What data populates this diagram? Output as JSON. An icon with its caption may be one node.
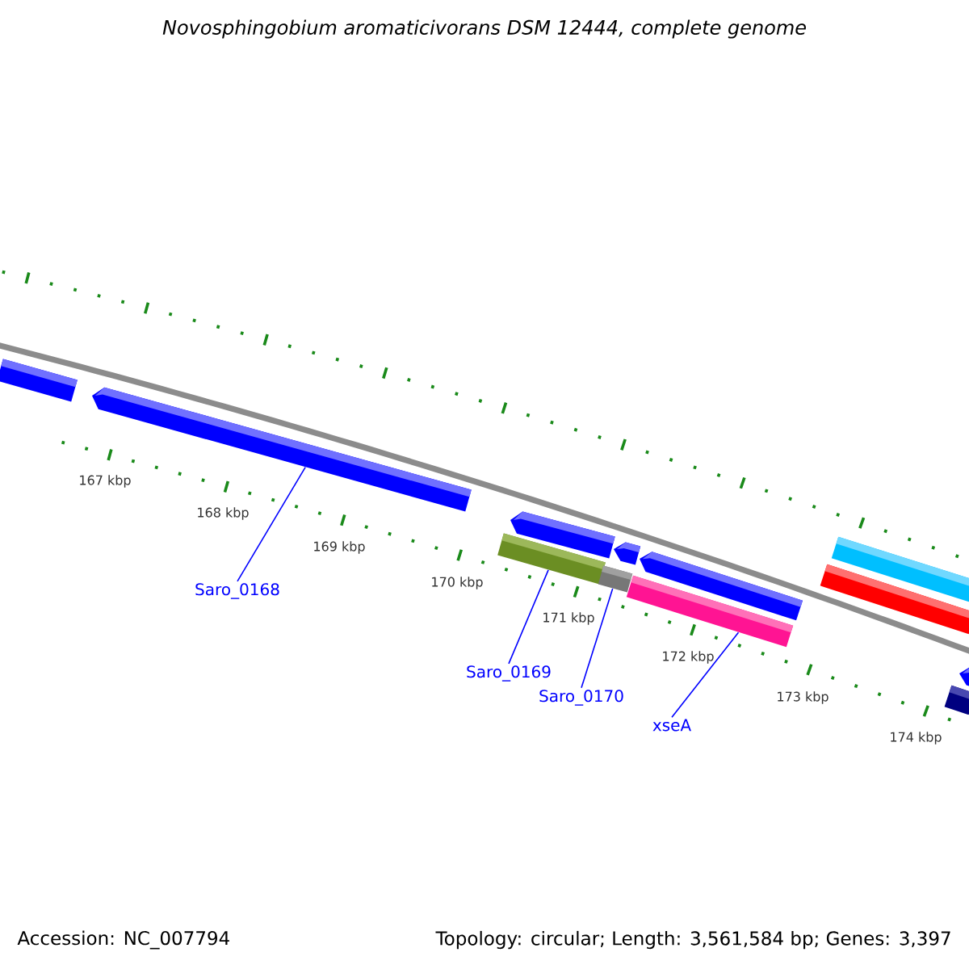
{
  "diagram": {
    "title": "Novosphingobium aromaticivorans DSM 12444, complete genome",
    "nodes": [
      {
        "text": [],
        "shape": "bar"
      },
      {
        "text": [],
        "shape": "pentagon"
      },
      {
        "text": [],
        "shape": "pentagon"
      },
      {
        "text": [],
        "shape": "bar"
      },
      {
        "text": [],
        "shape": "pentagon"
      },
      {
        "text": [],
        "shape": "bar"
      },
      {
        "text": [],
        "shape": "pentagon"
      },
      {
        "text": [],
        "shape": "bar"
      },
      {
        "text": [],
        "shape": "bar"
      },
      {
        "text": [],
        "shape": "bar"
      },
      {
        "text": [],
        "shape": "pentagon"
      },
      {
        "text": [],
        "shape": "bar"
      },
      {
        "text": [
          "Saro_0168"
        ]
      },
      {
        "text": [
          "Saro_0169"
        ]
      },
      {
        "text": [
          "Saro_0170"
        ]
      },
      {
        "text": [
          "xseA"
        ]
      }
    ],
    "edges": [
      {
        "from": 12,
        "to": 1,
        "arrow": "none"
      },
      {
        "from": 13,
        "to": 3,
        "arrow": "none"
      },
      {
        "from": 14,
        "to": 5,
        "arrow": "none"
      },
      {
        "from": 15,
        "to": 7,
        "arrow": "none"
      }
    ],
    "labels": [
      "167 kbp",
      "168 kbp",
      "169 kbp",
      "170 kbp",
      "171 kbp",
      "172 kbp",
      "173 kbp",
      "174 kbp",
      "Accession: NC_007794",
      "Topology: circular; Length: 3,561,584 bp; Genes: 3,397"
    ]
  }
}
